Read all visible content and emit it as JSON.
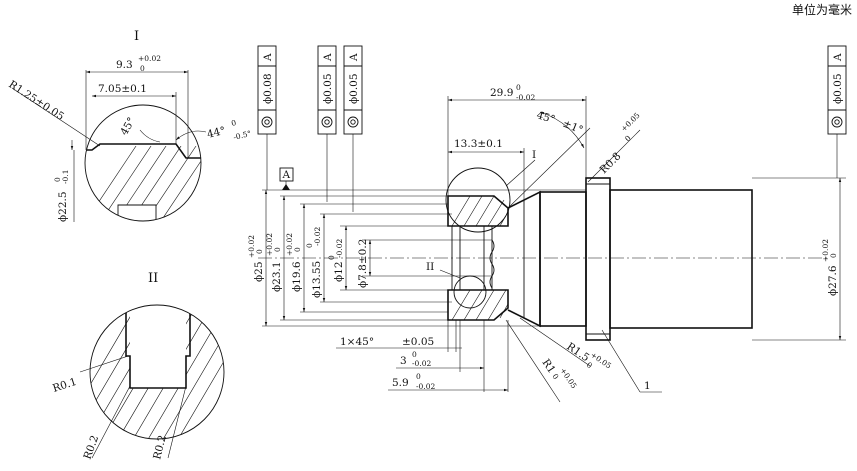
{
  "unit_note": "单位为毫米",
  "detail_I": {
    "label": "I",
    "dim_width": "9.3",
    "dim_width_tol_upper": "+0.02",
    "dim_width_tol_lower": "0",
    "dim_inner": "7.05±0.1",
    "radius": "R1.25±0.05",
    "angle_inner": "45°",
    "angle_outer": "44°",
    "angle_outer_tol_upper": "0",
    "angle_outer_tol_lower": "-0.5°",
    "diameter": "ϕ22.5",
    "diameter_tol_upper": "0",
    "diameter_tol_lower": "-0.1"
  },
  "detail_II": {
    "label": "II",
    "r_top": "R0.1",
    "r_bottom_left": "R0.2",
    "r_bottom_right": "R0.2"
  },
  "tolerance_frames": [
    {
      "value": "ϕ0.08",
      "datum": "A"
    },
    {
      "value": "ϕ0.05",
      "datum": "A"
    },
    {
      "value": "ϕ0.05",
      "datum": "A"
    },
    {
      "value": "ϕ0.05",
      "datum": "A"
    }
  ],
  "datum": "A",
  "main_view": {
    "len_total": "29.9",
    "len_total_tol_upper": "0",
    "len_total_tol_lower": "-0.02",
    "chamfer_angle": "45°",
    "chamfer_angle_tol": "±1°",
    "len_13": "13.3±0.1",
    "label_I": "I",
    "label_II": "II",
    "r_top": "R0.8",
    "r_top_tol_upper": "+0.05",
    "r_top_tol_lower": "0",
    "d25": "ϕ25",
    "d25_tol_upper": "+0.02",
    "d25_tol_lower": "0",
    "d23": "ϕ23.1",
    "d23_tol_upper": "+0.02",
    "d23_tol_lower": "0",
    "d19": "ϕ19.6",
    "d19_tol_upper": "+0.02",
    "d19_tol_lower": "0",
    "d13": "ϕ13.55",
    "d13_tol_upper": "0",
    "d13_tol_lower": "-0.02",
    "d12": "ϕ12",
    "d12_tol_upper": "0",
    "d12_tol_lower": "-0.02",
    "d7": "ϕ7.8±0.2",
    "d27": "ϕ27.6",
    "d27_tol_upper": "+0.02",
    "d27_tol_lower": "0",
    "chamfer": "1×45°",
    "chamfer_tol": "±0.05",
    "len_3": "3",
    "len_3_tol_upper": "0",
    "len_3_tol_lower": "-0.02",
    "len_59": "5.9",
    "len_59_tol_upper": "0",
    "len_59_tol_lower": "-0.02",
    "r15": "R1.5",
    "r15_tol_upper": "+0.05",
    "r15_tol_lower": "0",
    "r1": "R1",
    "r1_tol_upper": "+0.05",
    "r1_tol_lower": "0",
    "balloon": "1"
  }
}
